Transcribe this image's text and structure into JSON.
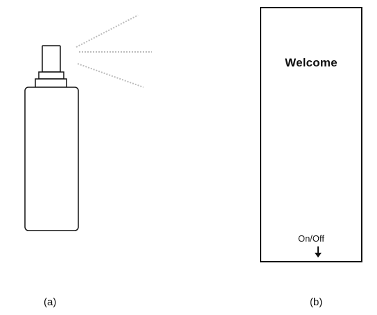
{
  "panel_a": {
    "caption": "(a)",
    "icon": "spray-bottle-icon"
  },
  "panel_b": {
    "caption": "(b)",
    "screen_title": "Welcome",
    "button_label": "On/Off",
    "arrow_icon": "down-arrow-icon"
  },
  "colors": {
    "stroke": "#111111",
    "spray": "#bbbbbb",
    "background": "#ffffff"
  }
}
